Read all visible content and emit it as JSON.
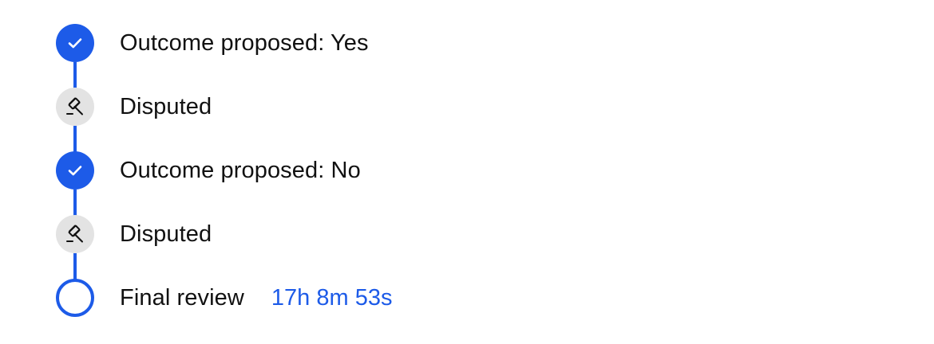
{
  "colors": {
    "accent": "#1d5be8",
    "disputed_bg": "#e3e3e3",
    "text": "#111111"
  },
  "steps": [
    {
      "label": "Outcome proposed: Yes",
      "status": "done",
      "icon": "check-icon"
    },
    {
      "label": "Disputed",
      "status": "disputed",
      "icon": "gavel-icon"
    },
    {
      "label": "Outcome proposed: No",
      "status": "done",
      "icon": "check-icon"
    },
    {
      "label": "Disputed",
      "status": "disputed",
      "icon": "gavel-icon"
    },
    {
      "label": "Final review",
      "status": "pending",
      "icon": "empty-circle-icon",
      "timer": "17h 8m 53s"
    }
  ]
}
